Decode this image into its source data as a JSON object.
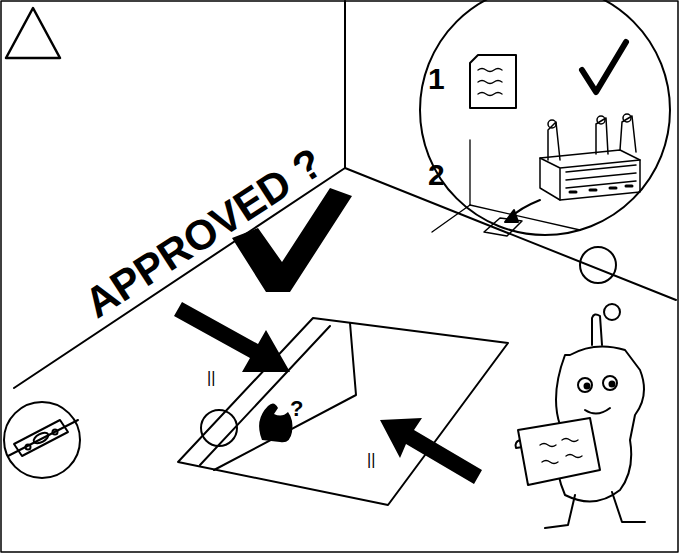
{
  "diagram": {
    "labels": [
      "APPROVED ?",
      "1",
      "2",
      "||",
      "||",
      "?"
    ]
  }
}
